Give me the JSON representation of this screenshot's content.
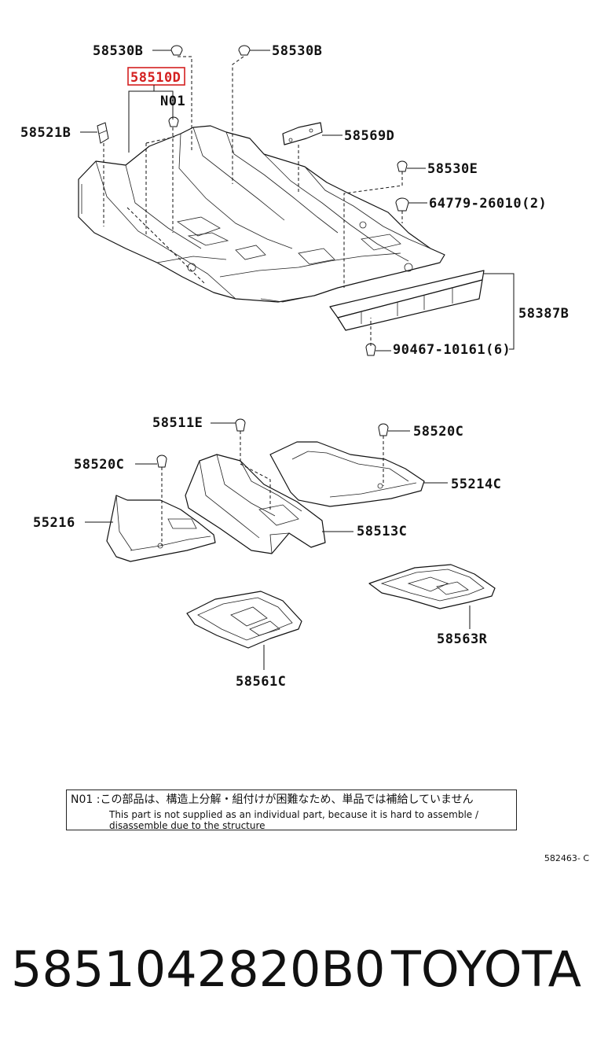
{
  "callouts": {
    "c58530b_left": "58530B",
    "c58530b_right": "58530B",
    "c58510d": "58510D",
    "cn01": "N01",
    "c58521b": "58521B",
    "c58569d": "58569D",
    "c58530e": "58530E",
    "c64779": "64779-26010(2)",
    "c58387b": "58387B",
    "c90467": "90467-10161(6)",
    "c58511e": "58511E",
    "c58520c_right": "58520C",
    "c58520c_left": "58520C",
    "c55214c": "55214C",
    "c55216": "55216",
    "c58513c": "58513C",
    "c58563r": "58563R",
    "c58561c": "58561C"
  },
  "note": {
    "jp": "N01 :この部品は、構造上分解・組付けが困難なため、単品では補給していません",
    "en_line1": "This part is not supplied as an individual part, because it is hard to assemble /",
    "en_line2": "disassemble due to the structure"
  },
  "illustration_id": "582463- C",
  "footer": {
    "part_number": "5851042820B0",
    "brand": "TOYOTA"
  },
  "colors": {
    "highlight": "#d42020",
    "line": "#111111"
  }
}
